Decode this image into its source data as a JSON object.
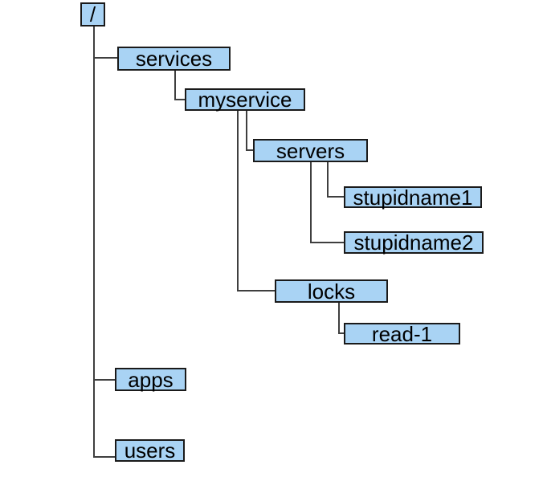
{
  "diagram": {
    "type": "tree",
    "background": "#ffffff",
    "node_fill_color": "#a9d3f4",
    "node_border_color": "#1a1a1a",
    "connector_color": "#3f3f3f",
    "text_color": "#000000",
    "nodes": {
      "root": {
        "label": "/"
      },
      "services": {
        "label": "services"
      },
      "myservice": {
        "label": "myservice"
      },
      "servers": {
        "label": "servers"
      },
      "stupidname1": {
        "label": "stupidname1"
      },
      "stupidname2": {
        "label": "stupidname2"
      },
      "locks": {
        "label": "locks"
      },
      "read1": {
        "label": "read-1"
      },
      "apps": {
        "label": "apps"
      },
      "users": {
        "label": "users"
      }
    },
    "hierarchy": {
      "/": {
        "services": {
          "myservice": {
            "servers": {
              "stupidname1": {},
              "stupidname2": {}
            },
            "locks": {
              "read-1": {}
            }
          }
        },
        "apps": {},
        "users": {}
      }
    }
  }
}
